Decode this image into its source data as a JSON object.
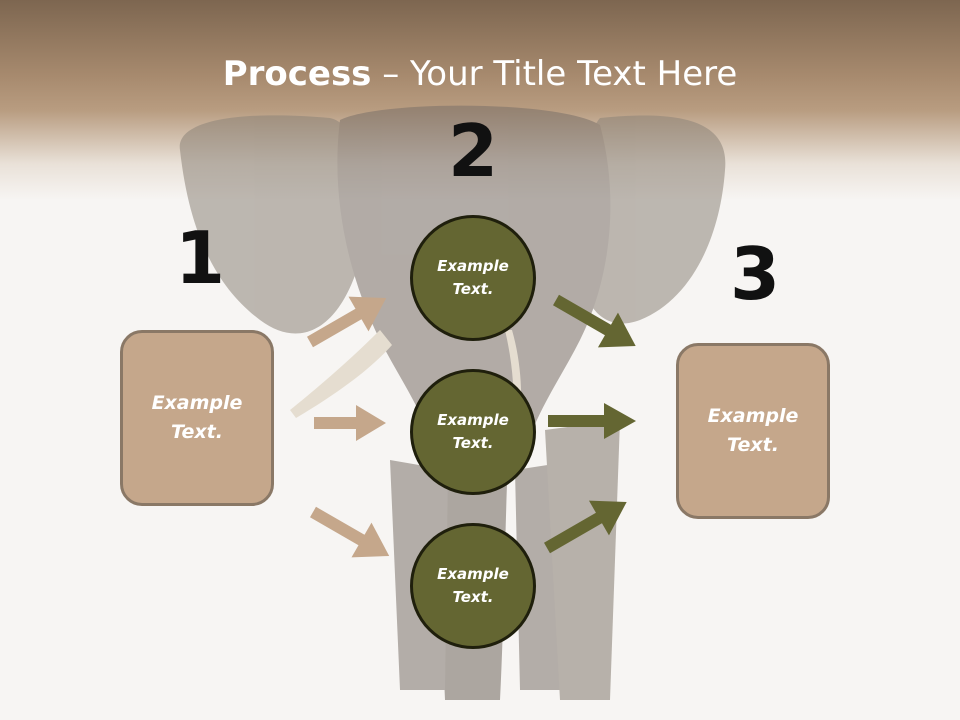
{
  "slide": {
    "title_bold": "Process",
    "title_rest": " – Your Title Text Here",
    "numbers": [
      "1",
      "2",
      "3"
    ],
    "left_box": "Example\nText.",
    "right_box": "Example\nText.",
    "circles": [
      "Example\nText.",
      "Example\nText.",
      "Example\nText."
    ]
  },
  "colors": {
    "header": "#a78a6e",
    "box_fill": "#c5a78b",
    "circle_fill": "#646632",
    "left_arrows": "#c5a78b",
    "right_arrows": "#646632"
  },
  "icons": [
    "elephant-illustration",
    "arrow-icon"
  ]
}
